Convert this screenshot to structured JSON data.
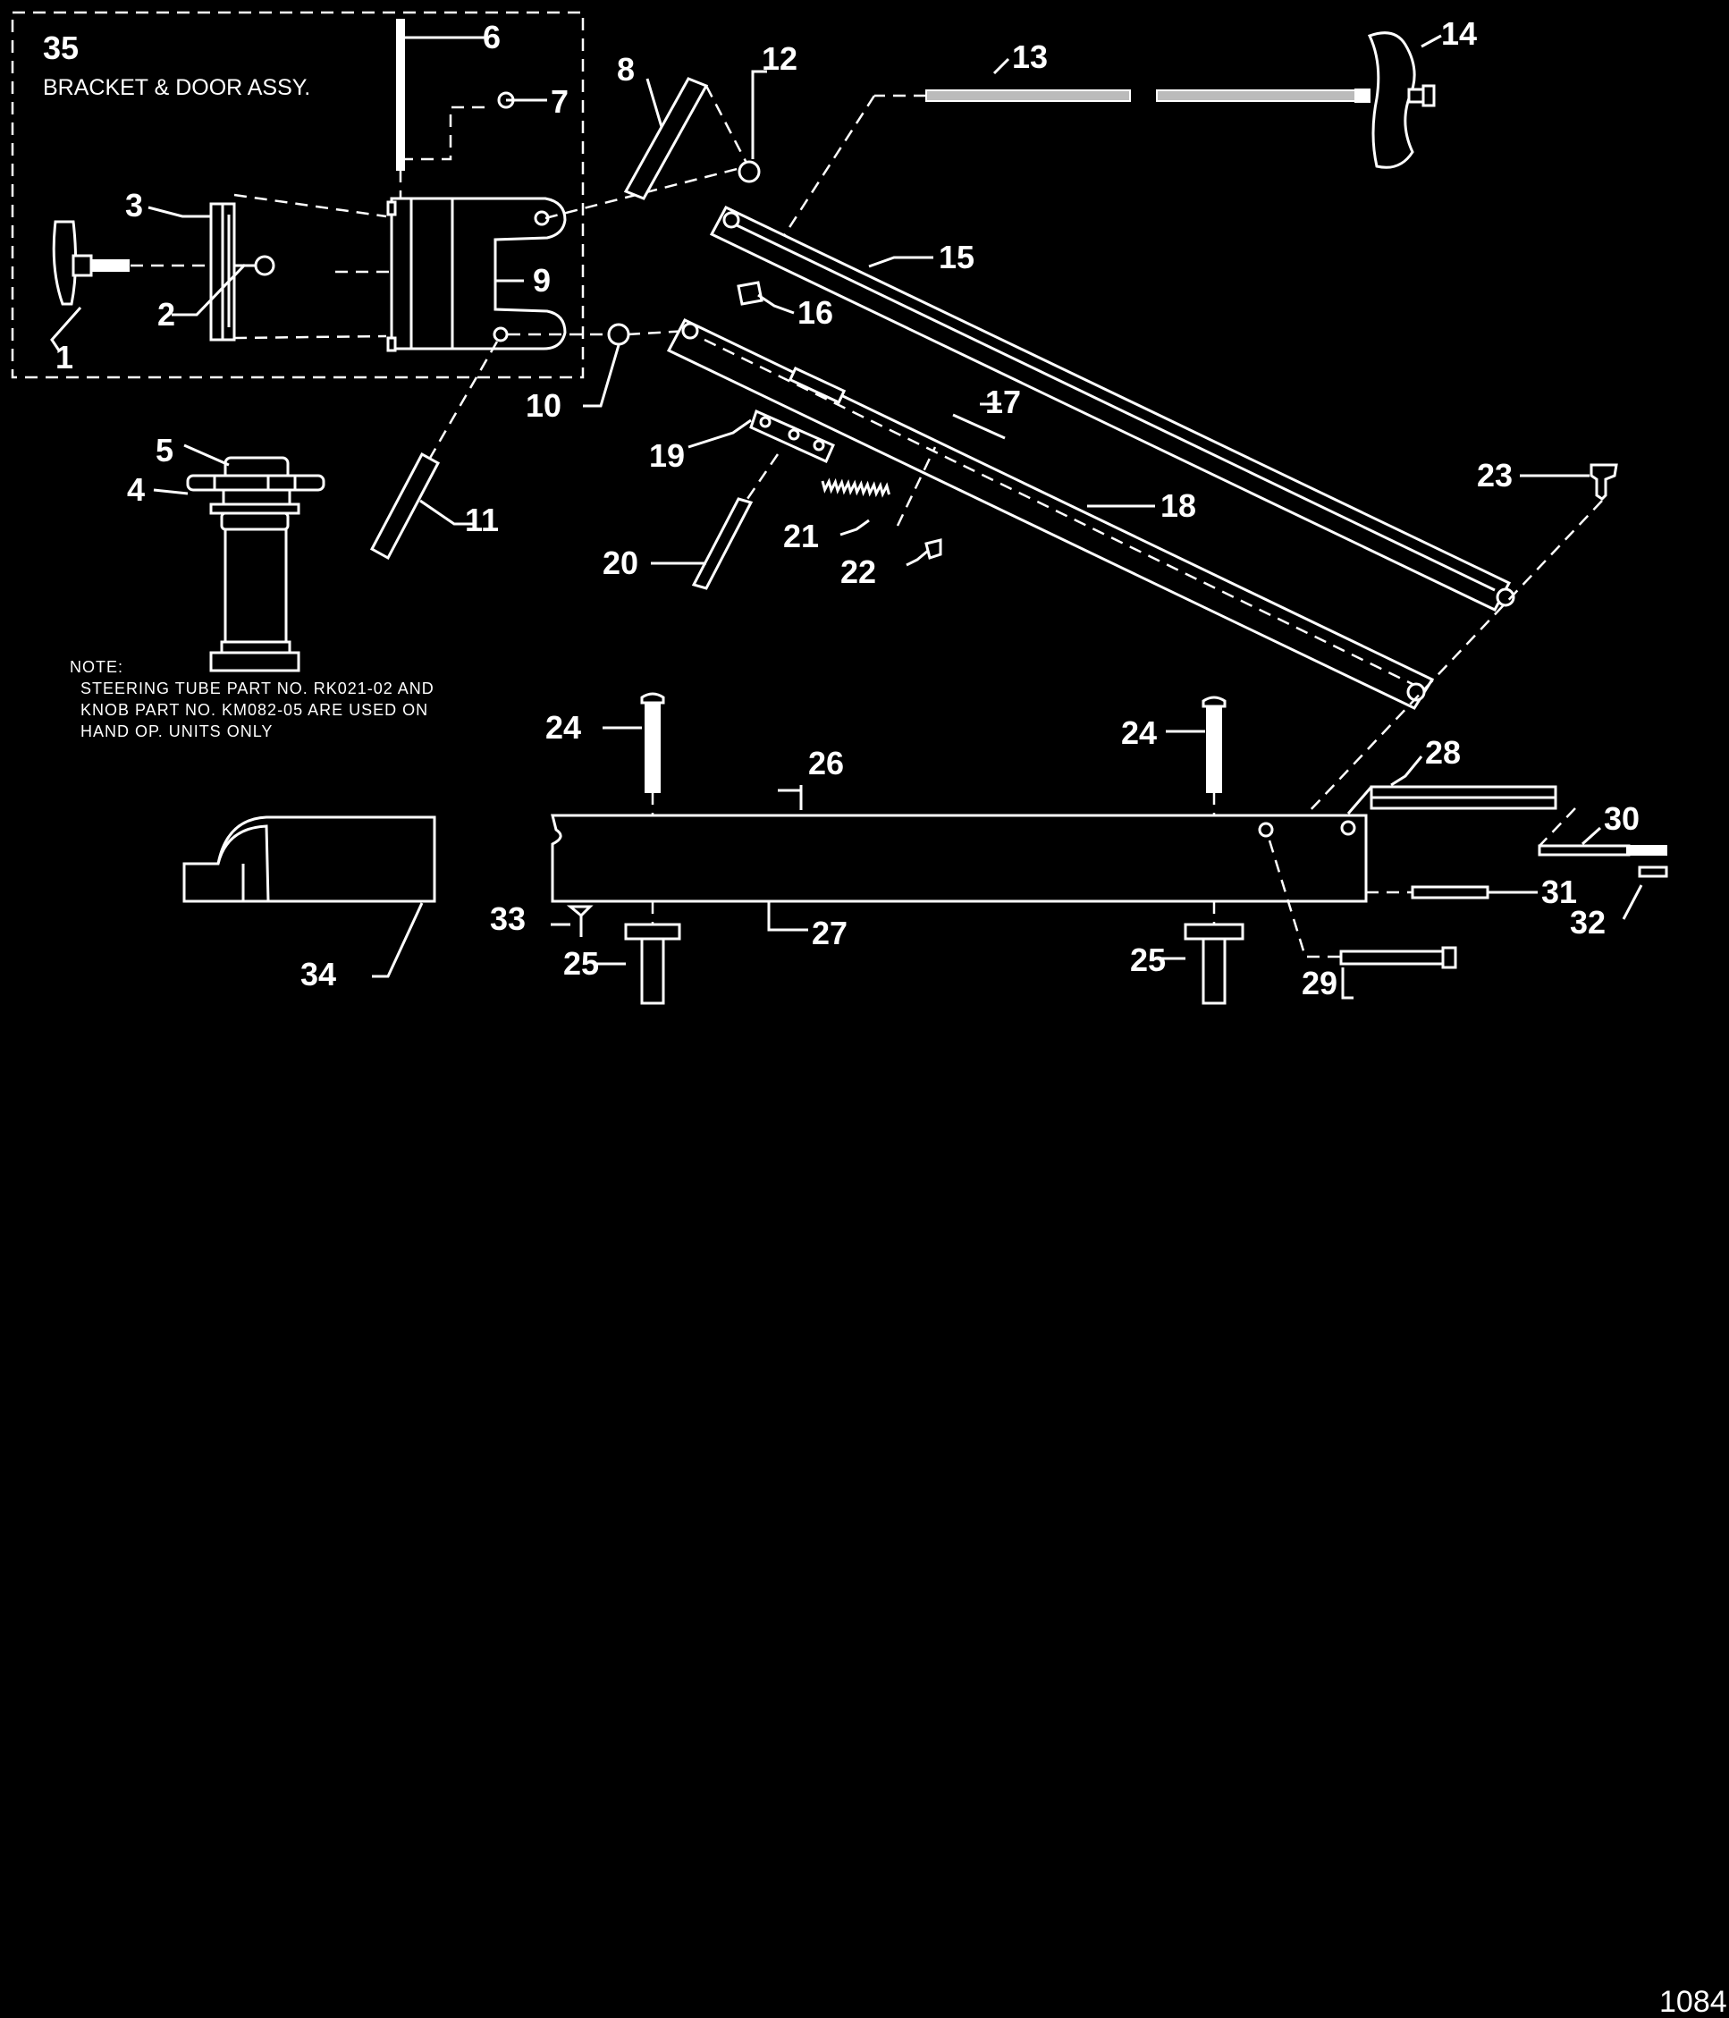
{
  "inset": {
    "number": "35",
    "title": "BRACKET & DOOR ASSY."
  },
  "note_lines": [
    "NOTE:",
    "STEERING TUBE PART NO. RK021-02 AND",
    "KNOB PART NO. KM082-05 ARE USED ON",
    "HAND OP. UNITS ONLY"
  ],
  "callouts": [
    "1",
    "2",
    "3",
    "4",
    "5",
    "6",
    "7",
    "8",
    "9",
    "10",
    "11",
    "12",
    "13",
    "14",
    "15",
    "16",
    "17",
    "18",
    "19",
    "20",
    "21",
    "22",
    "23",
    "24",
    "24",
    "25",
    "25",
    "26",
    "27",
    "28",
    "29",
    "30",
    "31",
    "32",
    "33",
    "34"
  ],
  "figure_number": "1084"
}
